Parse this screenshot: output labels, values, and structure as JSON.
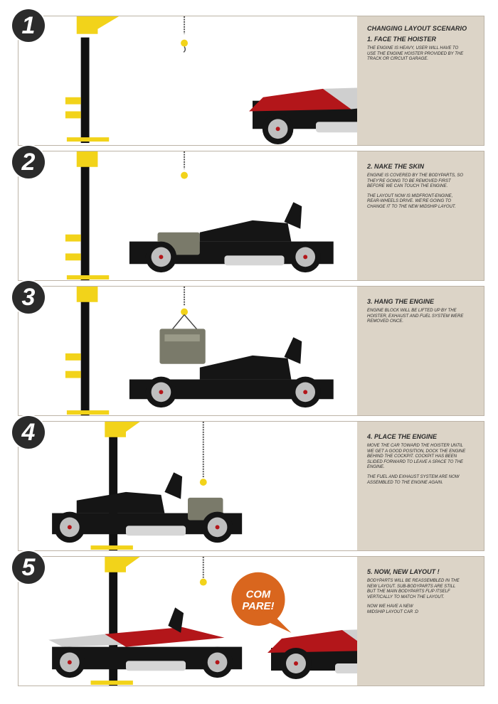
{
  "scenario_title": "CHANGING LAYOUT SCENARIO",
  "steps": [
    {
      "number": "1",
      "title": "1. FACE THE HOISTER",
      "paragraphs": [
        "THE ENGINE IS HEAVY, USER WILL HAVE TO\nUSE THE ENGINE HOISTER PROVIDED BY THE\nTRACK OR CIRCUIT GARAGE."
      ]
    },
    {
      "number": "2",
      "title": "2. NAKE THE SKIN",
      "paragraphs": [
        "ENGINE IS COVERED BY THE BODYPARTS, SO\nTHEY'RE GOING TO BE REMOVED FIRST\nBEFORE WE CAN TOUCH THE ENGINE.",
        "THE LAYOUT NOW IS MIDFRONT-ENGINE,\nREAR-WHEELS DRIVE. WE'RE GOING TO\nCHANGE IT TO THE NEW MIDSHIP LAYOUT."
      ]
    },
    {
      "number": "3",
      "title": "3. HANG THE ENGINE",
      "paragraphs": [
        "ENGINE BLOCK WILL BE LIFTED UP BY THE\nHOISTER, EXHAUST AND FUEL SYSTEM WERE\nREMOVED ONCE."
      ]
    },
    {
      "number": "4",
      "title": "4. PLACE THE ENGINE",
      "paragraphs": [
        "MOVE THE CAR TOWARD THE HOISTER UNTIL\nWE GET A GOOD POSITION, DOCK THE ENGINE\nBEHIND THE COCKPIT. COCKPIT HAS BEEN\nSLIDED FORWARD TO LEAVE A SPACE TO THE\nENGINE.",
        "THE FUEL AND EXHAUST SYSTEM ARE NOW\nASSEMBLED TO THE ENGINE AGAIN."
      ]
    },
    {
      "number": "5",
      "title": "5. NOW, NEW LAYOUT !",
      "paragraphs": [
        "BODYPARTS WILL BE REASSEMBLED IN THE\nNEW LAYOUT. SUB-BODYPARTS ARE STILL\nBUT THE MAIN BODYPARTS FLIP ITSELF\nVERTICALLY TO MATCH THE LAYOUT.",
        "NOW WE HAVE A NEW\nMIDSHIP LAYOUT CAR :D"
      ]
    }
  ],
  "compare_badge": {
    "line1": "COM",
    "line2": "PARE!"
  },
  "colors": {
    "hoister_yellow": "#f2d31a",
    "body_red": "#b3161a",
    "body_silver": "#cfcfcf",
    "chassis_black": "#151515",
    "panel_beige": "#dcd4c7",
    "badge_orange": "#d9661e"
  }
}
